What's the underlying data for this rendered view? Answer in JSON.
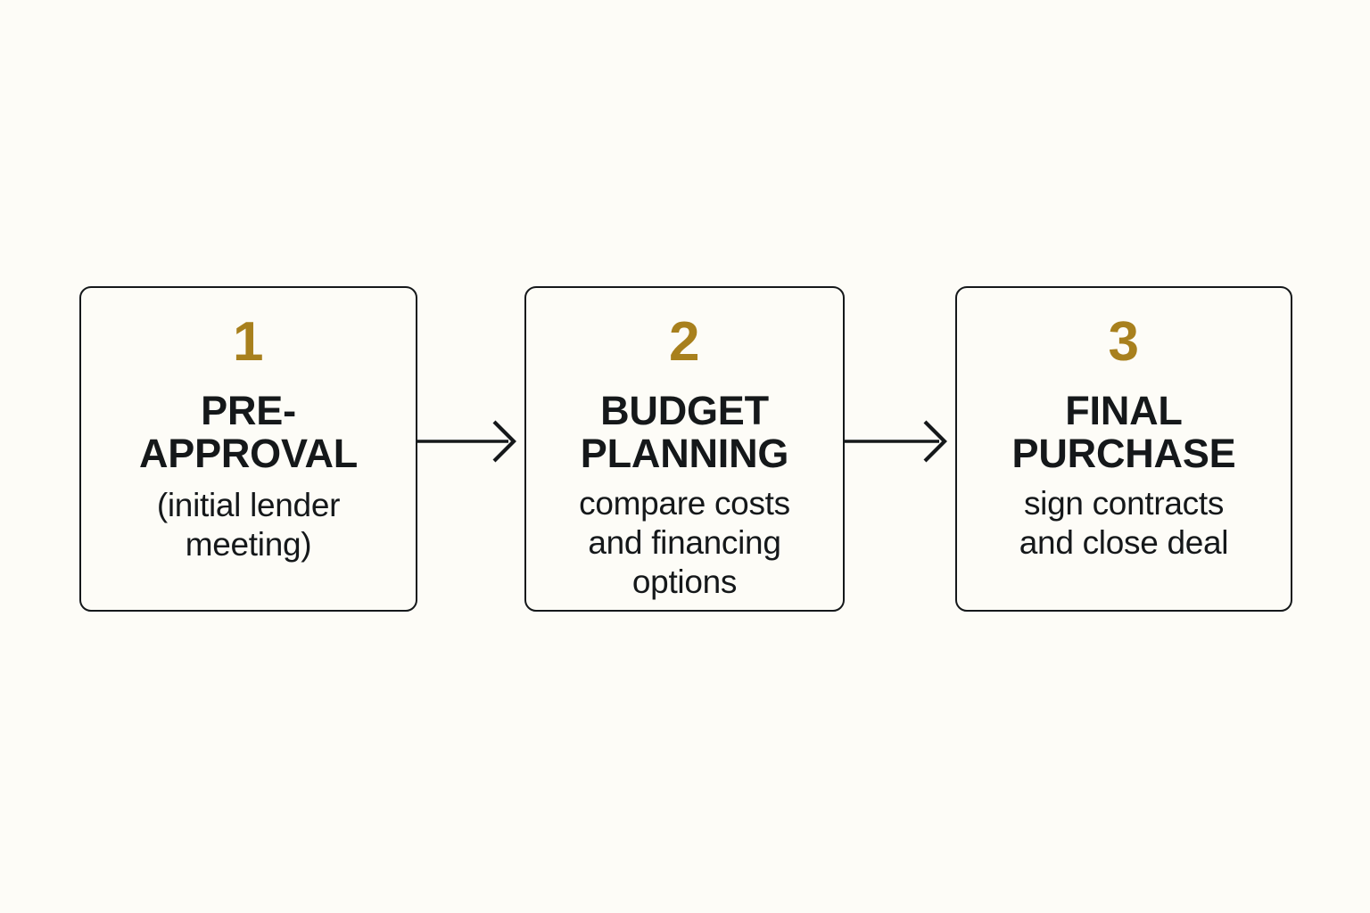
{
  "diagram": {
    "type": "process-flow",
    "orientation": "horizontal",
    "background_color": "#FDFCF7",
    "accent_color": "#A8801D",
    "text_color": "#15181A",
    "border_color": "#15181A",
    "steps": [
      {
        "number": "1",
        "title": "PRE-\nAPPROVAL",
        "description": "(initial lender\nmeeting)"
      },
      {
        "number": "2",
        "title": "BUDGET\nPLANNING",
        "description": "compare costs\nand financing options"
      },
      {
        "number": "3",
        "title": "FINAL\nPURCHASE",
        "description": "sign contracts\nand close deal"
      }
    ],
    "connectors": [
      {
        "icon": "arrow-right-icon",
        "from": "1",
        "to": "2"
      },
      {
        "icon": "arrow-right-icon",
        "from": "2",
        "to": "3"
      }
    ]
  }
}
